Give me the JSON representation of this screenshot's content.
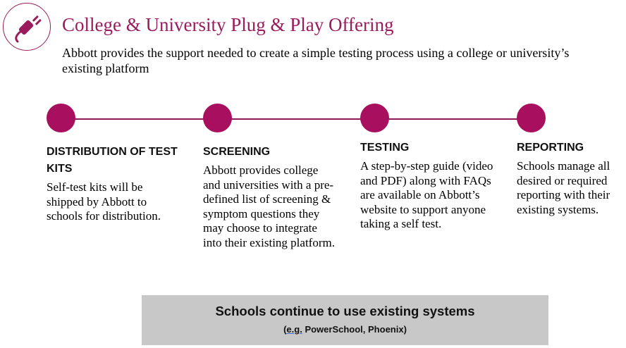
{
  "header": {
    "logo_icon": "plug-icon",
    "title": "College & University Plug & Play Offering",
    "subtitle": "Abbott provides the support needed to create a simple testing process using a college or university’s existing platform"
  },
  "colors": {
    "accent": "#a8105f",
    "title": "#9b1c5d",
    "banner_bg": "#c8c8c8"
  },
  "steps": [
    {
      "heading": "DISTRIBUTION OF TEST KITS",
      "body": "Self-test kits will be shipped by Abbott to schools for distribution."
    },
    {
      "heading": "SCREENING",
      "body": "Abbott provides college and universities with a pre-defined list of screening & symptom questions they may choose to integrate into their existing platform."
    },
    {
      "heading": "TESTING",
      "body": "A step-by-step guide (video and PDF) along with FAQs are available on Abbott’s website to support anyone taking a self test."
    },
    {
      "heading": "REPORTING",
      "body": "Schools manage all desired or required reporting with their existing systems."
    }
  ],
  "banner": {
    "main": "Schools continue to use existing systems",
    "sub_prefix": "(",
    "sub_eg": "e.g.",
    "sub_rest": " PowerSchool, Phoenix)"
  }
}
